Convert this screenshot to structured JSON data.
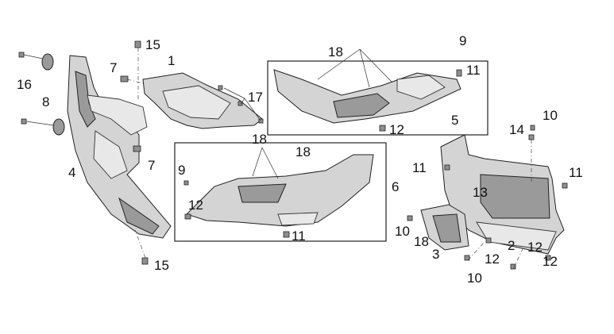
{
  "callouts": {
    "c1": "1",
    "c2": "2",
    "c3": "3",
    "c4": "4",
    "c5": "5",
    "c6": "6",
    "c7a": "7",
    "c7b": "7",
    "c8": "8",
    "c9a": "9",
    "c9b": "9",
    "c10a": "10",
    "c10b": "10",
    "c10c": "10",
    "c11a": "11",
    "c11b": "11",
    "c11c": "11",
    "c11d": "11",
    "c12a": "12",
    "c12b": "12",
    "c12c": "12",
    "c12d": "12",
    "c12e": "12",
    "c13": "13",
    "c14": "14",
    "c15a": "15",
    "c15b": "15",
    "c16": "16",
    "c17": "17",
    "c18a": "18",
    "c18b": "18",
    "c18c": "18",
    "c18d": "18"
  }
}
